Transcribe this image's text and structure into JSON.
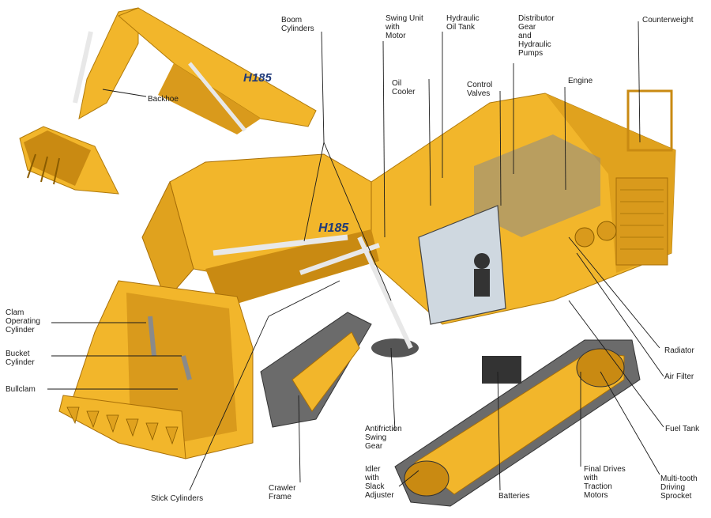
{
  "labels": {
    "backhoe": "Backhoe",
    "boom_cylinders": "Boom\nCylinders",
    "swing_unit": "Swing Unit\nwith\nMotor",
    "hydraulic_oil_tank": "Hydraulic\nOil Tank",
    "distributor_gear": "Distributor\nGear\nand\nHydraulic\nPumps",
    "counterweight": "Counterweight",
    "oil_cooler": "Oil\nCooler",
    "control_valves": "Control\nValves",
    "engine": "Engine",
    "clam_operating_cylinder": "Clam\nOperating\nCylinder",
    "bucket_cylinder": "Bucket\nCylinder",
    "bullclam": "Bullclam",
    "radiator": "Radiator",
    "air_filter": "Air Filter",
    "fuel_tank": "Fuel Tank",
    "antifriction_swing_gear": "Antifriction\nSwing\nGear",
    "stick_cylinders": "Stick Cylinders",
    "crawler_frame": "Crawler\nFrame",
    "idler": "Idler\nwith\nSlack\nAdjuster",
    "batteries": "Batteries",
    "final_drives": "Final Drives\nwith\nTraction\nMotors",
    "sprocket": "Multi-tooth\nDriving\nSprocket"
  },
  "branding": {
    "model_backhoe": "H185",
    "model_shovel": "H185"
  },
  "colors": {
    "machine_yellow": "#F2B62B",
    "machine_shadow": "#C98A12",
    "track": "#5a5a5a",
    "line": "#1a1a1a"
  }
}
